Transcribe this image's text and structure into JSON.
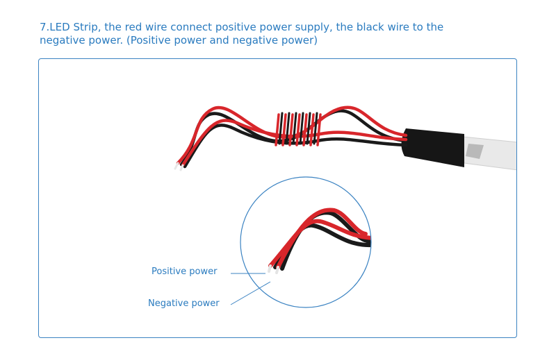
{
  "caption": {
    "line1": "7.LED Strip, the red wire connect positive power supply, the black wire to the",
    "line2": "negative power. (Positive power and negative power)"
  },
  "labels": {
    "positive": "Positive power",
    "negative": "Negative power"
  },
  "colors": {
    "accent": "#2a7bbf",
    "frame_border": "#3b83c2",
    "red_wire": "#d8262b",
    "black_wire": "#1a1a1a"
  }
}
